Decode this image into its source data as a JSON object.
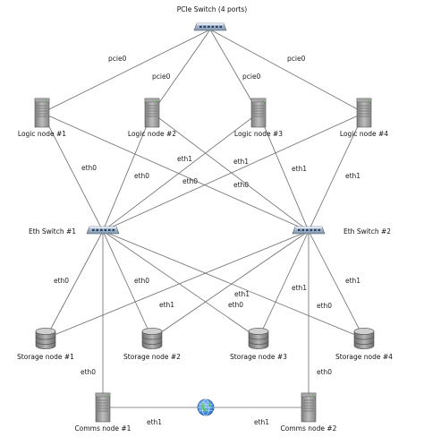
{
  "title": "PCIe Switch (4 ports)",
  "nodes": {
    "logic": [
      "Logic node #1",
      "Logic node #2",
      "Logic node #3",
      "Logic node #4"
    ],
    "eth_switches": [
      "Eth Switch #1",
      "Eth Switch #2"
    ],
    "storage": [
      "Storage node #1",
      "Storage node #2",
      "Storage node #3",
      "Storage node #4"
    ],
    "comms": [
      "Comms node #1",
      "Comms node #2"
    ]
  },
  "link_labels": {
    "pcie": [
      "pcie0",
      "pcie0",
      "pcie0",
      "pcie0"
    ],
    "logic_eth0": [
      "eth0",
      "eth0",
      "eth0",
      "eth0"
    ],
    "logic_eth1": [
      "eth1",
      "eth1",
      "eth1",
      "eth1"
    ],
    "storage_eth0": [
      "eth0",
      "eth0",
      "eth0",
      "eth0"
    ],
    "storage_eth1": [
      "eth1",
      "eth1",
      "eth1",
      "eth1"
    ],
    "comms_eth0": [
      "eth0",
      "eth0"
    ],
    "comms_eth1": [
      "eth1",
      "eth1"
    ]
  },
  "icons": {
    "pcie_switch": "switch-icon",
    "eth_switch": "switch-icon",
    "logic": "server-tower-icon",
    "storage": "database-cylinder-icon",
    "comms": "server-tower-icon",
    "internet": "globe-icon"
  },
  "colors": {
    "line": "#6b6b6b",
    "switch_body": "#8fa3b8",
    "switch_port": "#1f3f66",
    "server_body": "#9a9a9a",
    "storage_body": "#8d8d8d",
    "globe": "#2f7fd6"
  }
}
